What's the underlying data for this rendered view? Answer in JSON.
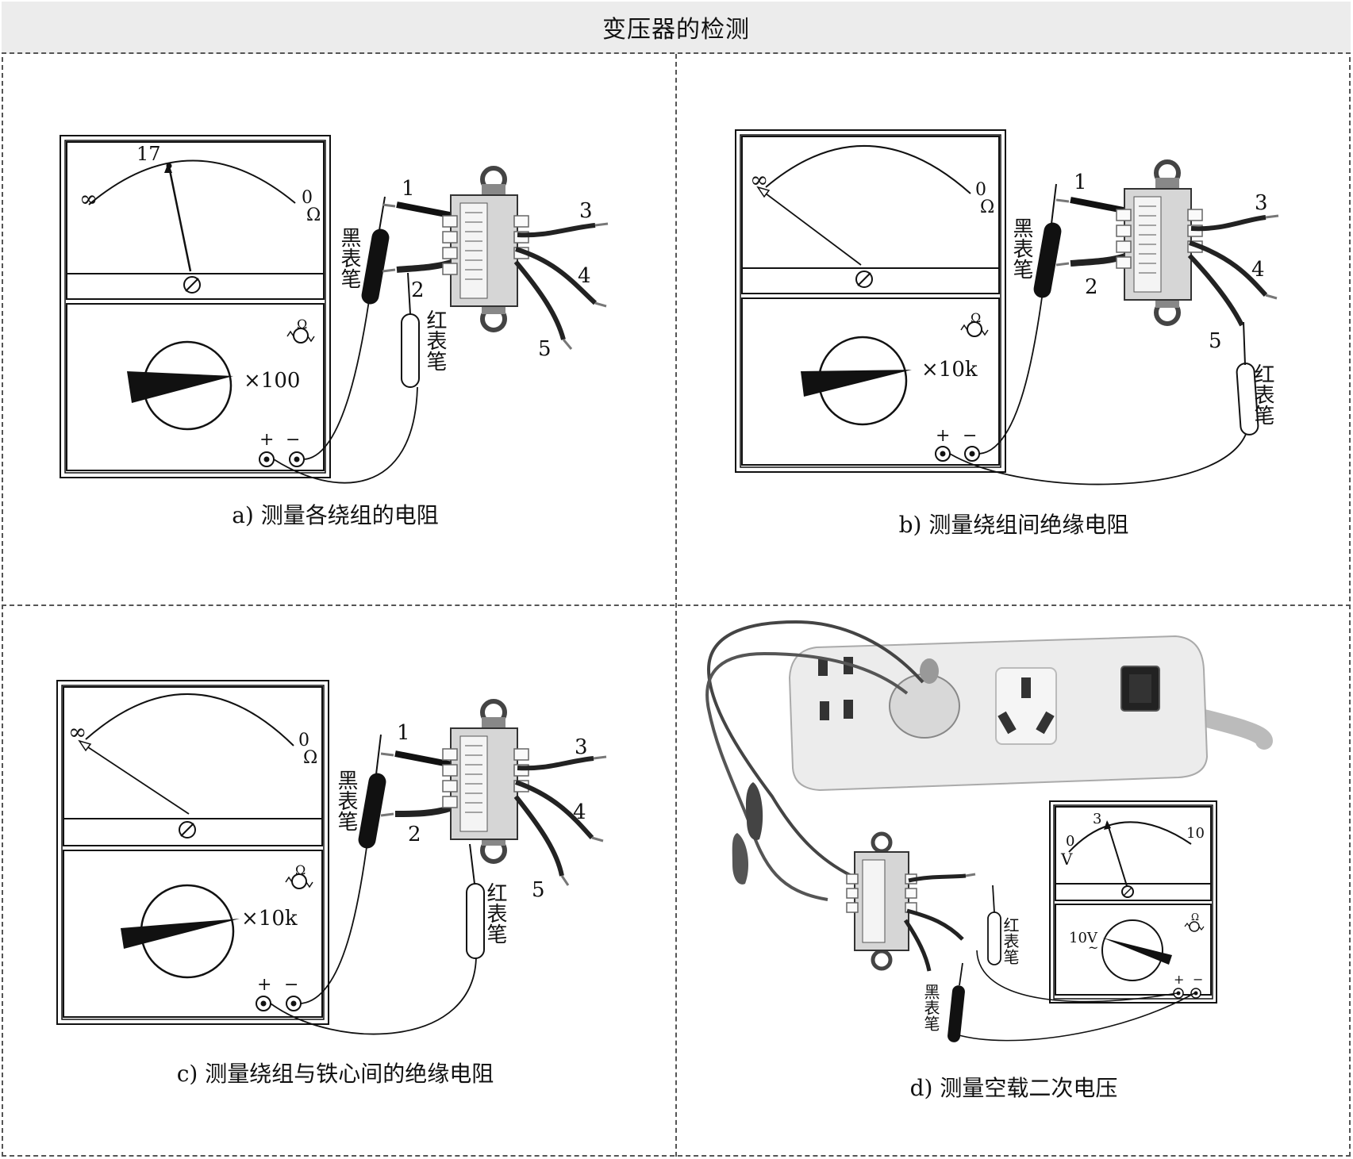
{
  "title": "变压器的检测",
  "panels": {
    "a": {
      "caption": "a) 测量各绕组的电阻",
      "reading": "17",
      "scale_left": "∞",
      "scale_right": "0",
      "unit": "Ω",
      "range": "×100",
      "black_probe": "黑表笔",
      "red_probe": "红表笔",
      "terminals": [
        "1",
        "2",
        "3",
        "4",
        "5"
      ],
      "plus": "+",
      "minus": "−"
    },
    "b": {
      "caption": "b) 测量绕组间绝缘电阻",
      "scale_left": "∞",
      "scale_right": "0",
      "unit": "Ω",
      "range": "×10k",
      "black_probe": "黑表笔",
      "red_probe": "红表笔",
      "terminals": [
        "1",
        "2",
        "3",
        "4",
        "5"
      ],
      "plus": "+",
      "minus": "−"
    },
    "c": {
      "caption": "c) 测量绕组与铁心间的绝缘电阻",
      "scale_left": "∞",
      "scale_right": "0",
      "unit": "Ω",
      "range": "×10k",
      "black_probe": "黑表笔",
      "red_probe": "红表笔",
      "terminals": [
        "1",
        "2",
        "3",
        "4",
        "5"
      ],
      "plus": "+",
      "minus": "−"
    },
    "d": {
      "caption": "d) 测量空载二次电压",
      "scale_left": "0",
      "reading": "3",
      "scale_right": "10",
      "unit": "V",
      "range": "10V",
      "range_symbol": "~",
      "black_probe": "黑表笔",
      "red_probe": "红表笔",
      "plus": "+",
      "minus": "−"
    }
  }
}
